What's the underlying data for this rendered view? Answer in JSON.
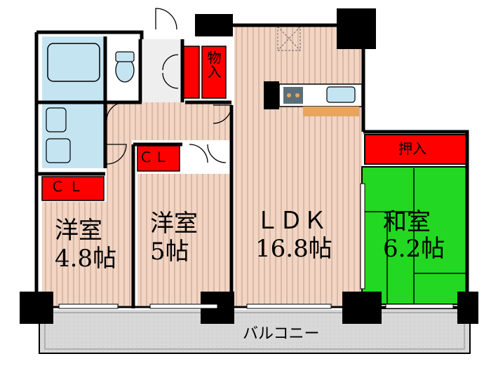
{
  "rooms": {
    "western1": {
      "name": "洋室",
      "size": "4.8帖"
    },
    "western2": {
      "name": "洋室",
      "size": "5帖"
    },
    "ldk": {
      "name": "ＬＤＫ",
      "size": "16.8帖"
    },
    "japanese": {
      "name": "和室",
      "size": "6.2帖"
    }
  },
  "storage": {
    "closet1": "ＣＬ",
    "closet2": "ＣＬ",
    "mononire": "物入",
    "oshiire": "押入"
  },
  "balcony": "バルコニー",
  "colors": {
    "wall": "#000000",
    "storage": "#ff0000",
    "flooring": "#f2d5c3",
    "tatami": "#22d822",
    "wet_area": "#c4e4f2",
    "balcony": "#d8d8d8",
    "corridor": "#eeeeee",
    "kitchen": "#5a6f7a",
    "counter": "#e9a45e"
  }
}
